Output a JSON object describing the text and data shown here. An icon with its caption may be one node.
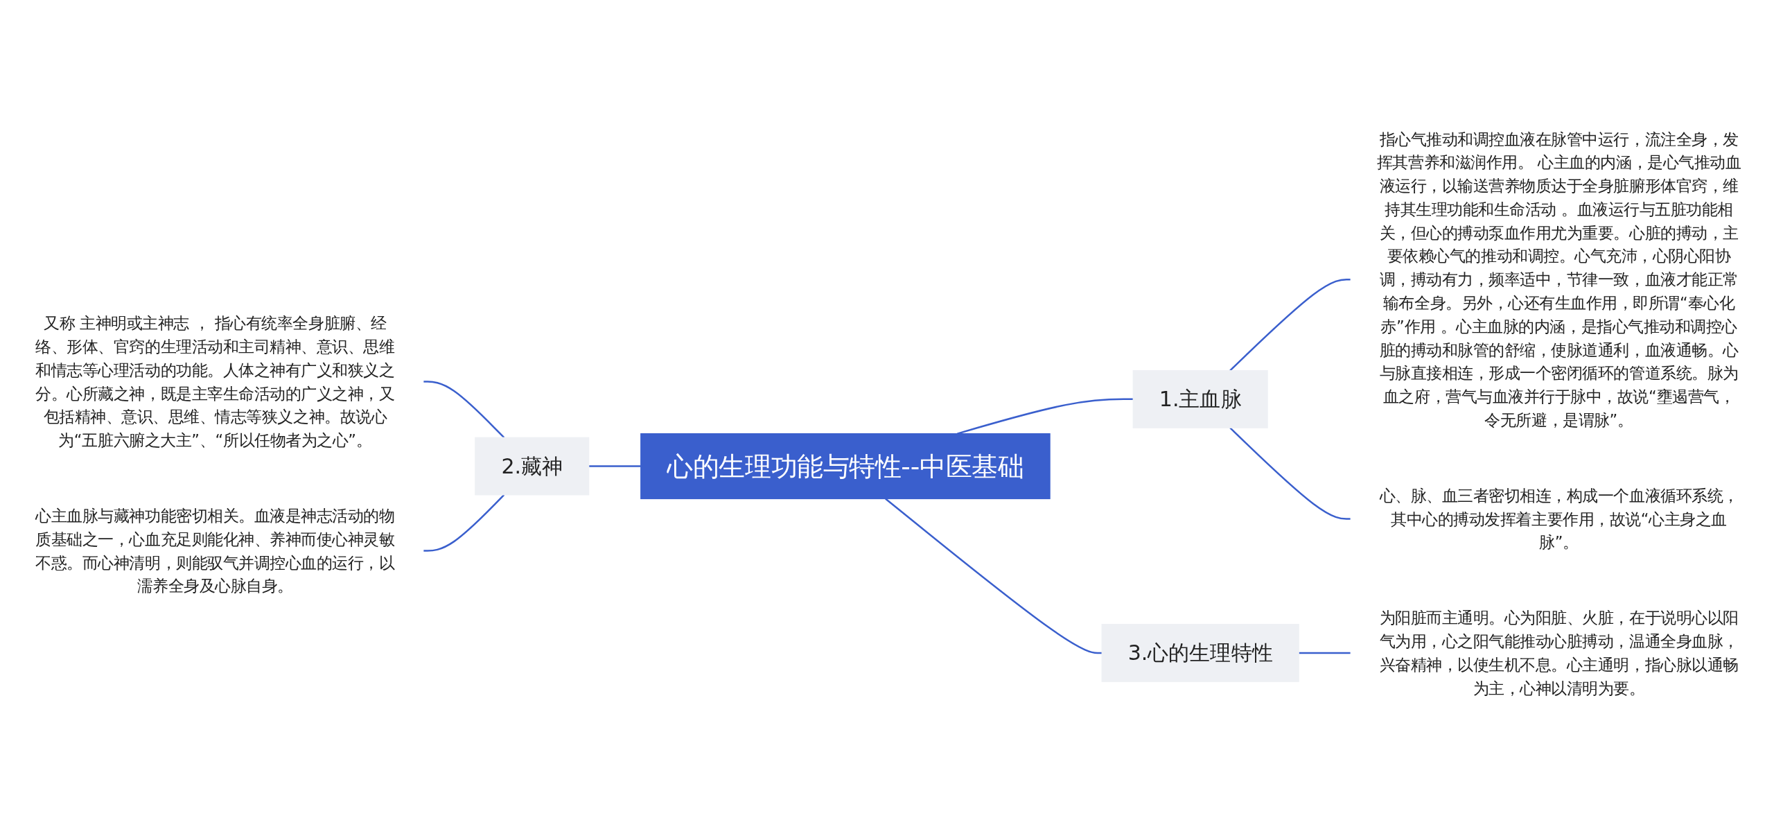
{
  "diagram": {
    "nodes": [
      {
        "text": [
          "心的生理功能与特性--中医基础"
        ]
      },
      {
        "text": [
          "1.主血脉"
        ]
      },
      {
        "text": [
          "指心气推动和调控血液在脉管中运行，流注全身，发挥其营养和滋润作用。 心主血的内涵，是心气推动血液运行，以输送营养物质达于全身脏腑形体官窍，维持其生理功能和生命活动 。血液运行与五脏功能相关，但心的搏动泵血作用尤为重要。心脏的搏动，主要依赖心气的推动和调控。心气充沛，心阴心阳协调，搏动有力，频率适中，节律一致，血液才能正常输布全身。另外，心还有生血作用，即所谓“奉心化赤”作用 。心主血脉的内涵，是指心气推动和调控心脏的搏动和脉管的舒缩，使脉道通利，血液通畅。心与脉直接相连，形成一个密闭循环的管道系统。脉为血之府，营气与血液并行于脉中，故说“壅遏营气，令无所避，是谓脉”。"
        ]
      },
      {
        "text": [
          "心、脉、血三者密切相连，构成一个血液循环系统，其中心的搏动发挥着主要作用，故说“心主身之血脉”。"
        ]
      },
      {
        "text": [
          "2.藏神"
        ]
      },
      {
        "text": [
          "又称 主神明或主神志 ， 指心有统率全身脏腑、经络、形体、官窍的生理活动和主司精神、意识、思维和情志等心理活动的功能。人体之神有广义和狭义之分。心所藏之神，既是主宰生命活动的广义之神，又包括精神、意识、思维、情志等狭义之神。故说心为“五脏六腑之大主”、“所以任物者为之心”。"
        ]
      },
      {
        "text": [
          "心主血脉与藏神功能密切相关。血液是神志活动的物质基础之一，心血充足则能化神、养神而使心神灵敏不惑。而心神清明，则能驭气并调控心血的运行，以濡养全身及心脉自身。"
        ]
      },
      {
        "text": [
          "3.心的生理特性"
        ]
      },
      {
        "text": [
          "为阳脏而主通明。心为阳脏、火脏，在于说明心以阳气为用，心之阳气能推动心脏搏动，温通全身血脉，兴奋精神，以使生机不息。心主通明，指心脉以通畅为主，心神以清明为要。"
        ]
      }
    ],
    "edges": [
      {
        "from": 5,
        "to": 4,
        "arrow": "none"
      },
      {
        "from": 6,
        "to": 4,
        "arrow": "none"
      },
      {
        "from": 4,
        "to": 0,
        "arrow": "none"
      },
      {
        "from": 0,
        "to": 1,
        "arrow": "none"
      },
      {
        "from": 1,
        "to": 2,
        "arrow": "none"
      },
      {
        "from": 1,
        "to": 3,
        "arrow": "none"
      },
      {
        "from": 0,
        "to": 7,
        "arrow": "none"
      },
      {
        "from": 7,
        "to": 8,
        "arrow": "none"
      }
    ]
  }
}
